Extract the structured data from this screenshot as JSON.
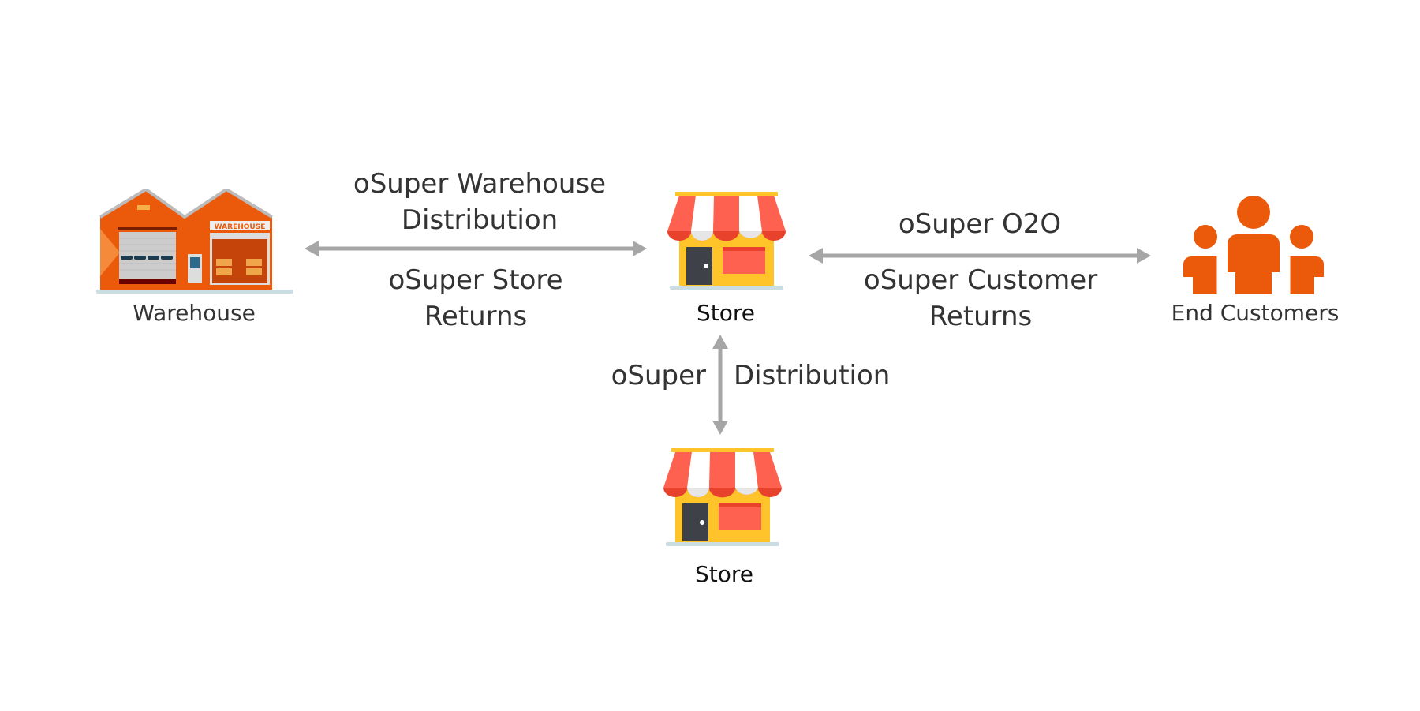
{
  "nodes": {
    "warehouse": {
      "label": "Warehouse",
      "icon": "warehouse-icon"
    },
    "store_main": {
      "label": "Store",
      "icon": "store-icon"
    },
    "store_secondary": {
      "label": "Store",
      "icon": "store-icon"
    },
    "customers": {
      "label": "End Customers",
      "icon": "people-icon"
    }
  },
  "flows": {
    "warehouse_store_top": [
      "oSuper Warehouse",
      "Distribution"
    ],
    "warehouse_store_bottom": [
      "oSuper Store",
      "Returns"
    ],
    "store_customer_top": [
      "oSuper O2O"
    ],
    "store_customer_bottom": [
      "oSuper Customer",
      "Returns"
    ],
    "store_store_left": "oSuper",
    "store_store_right": "Distribution"
  },
  "colors": {
    "orange": "#EB5A0A",
    "arrow": "#A6A6A6",
    "awning": "#FF6150",
    "store_wall": "#FFC42A"
  }
}
